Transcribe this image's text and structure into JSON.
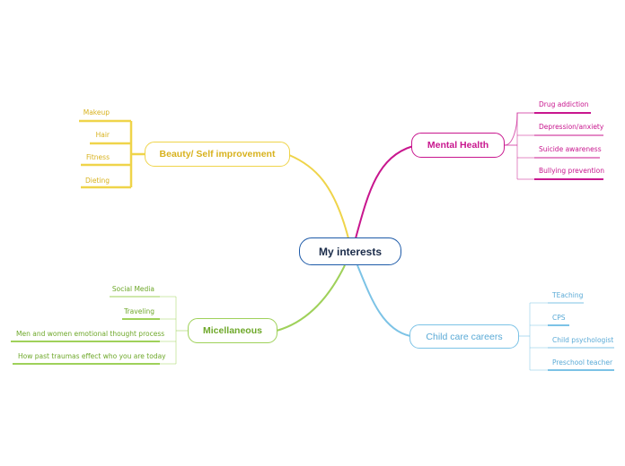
{
  "central": {
    "label": "My interests",
    "color": "#1d5aa8",
    "text_color": "#1a2b49"
  },
  "branches": {
    "mental_health": {
      "label": "Mental Health",
      "color": "#c8168e",
      "children": [
        "Drug addiction",
        "Depression/anxiety",
        "Suicide awareness",
        "Bullying prevention"
      ]
    },
    "beauty": {
      "label": "Beauty/ Self improvement",
      "color": "#efd44a",
      "text_color": "#d8b21e",
      "children": [
        "Makeup",
        "Hair",
        "Fitness",
        "Dieting"
      ]
    },
    "misc": {
      "label": "Micellaneous",
      "color": "#9fd15a",
      "text_color": "#6ea82a",
      "children": [
        "Social Media",
        "Traveling",
        "Men and women emotional thought process",
        "How past traumas effect who you are today"
      ]
    },
    "child_care": {
      "label": "Child care careers",
      "color": "#7cc3e6",
      "text_color": "#5aaad6",
      "children": [
        "TEaching",
        "CPS",
        "Child psychologist",
        "Preschool teacher"
      ]
    }
  }
}
